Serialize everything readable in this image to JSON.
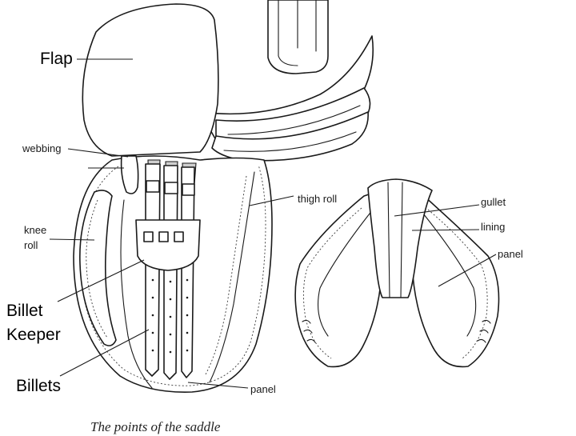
{
  "labels": {
    "flap": "Flap",
    "webbing": "webbing",
    "knee_roll_line1": "knee",
    "knee_roll_line2": "roll",
    "billet_keeper_line1": "Billet",
    "billet_keeper_line2": "Keeper",
    "billets": "Billets",
    "thigh_roll": "thigh roll",
    "gullet": "gullet",
    "lining": "lining",
    "panel_right": "panel",
    "panel_bottom": "panel"
  },
  "caption": "The points of the saddle",
  "colors": {
    "ink": "#1a1a1a",
    "background": "#ffffff"
  }
}
